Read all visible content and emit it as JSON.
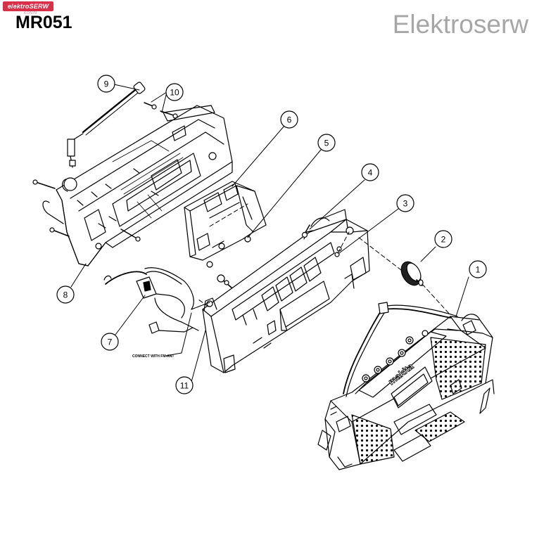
{
  "watermark": {
    "logo_text": "elektroSERW",
    "logo_sub": "KONIN"
  },
  "header": {
    "model": "MR051",
    "brand": "Elektroserw"
  },
  "callouts": [
    "1",
    "2",
    "3",
    "4",
    "5",
    "6",
    "7",
    "8",
    "9",
    "10",
    "11"
  ],
  "note": "CONNECT WITH FM-ANT",
  "speaker_logo": "makita"
}
